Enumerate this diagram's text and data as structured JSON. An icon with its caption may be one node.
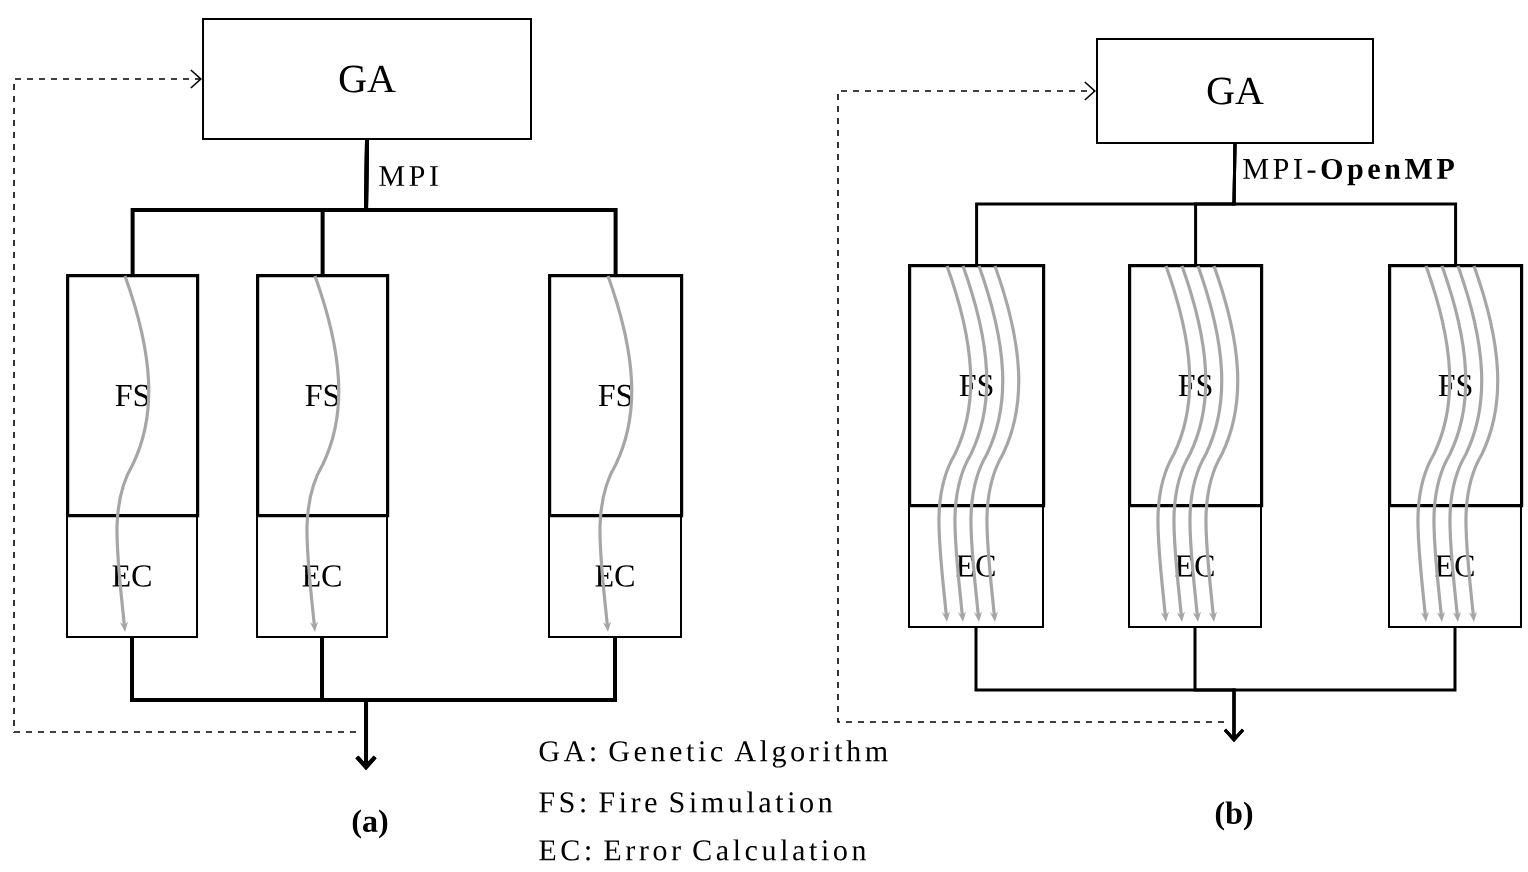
{
  "diagram": {
    "nodes": [
      {
        "text": [
          "GA"
        ]
      },
      {
        "text": [
          "FS"
        ]
      },
      {
        "text": [
          "EC"
        ]
      },
      {
        "text": [
          "FS"
        ]
      },
      {
        "text": [
          "EC"
        ]
      },
      {
        "text": [
          "FS"
        ]
      },
      {
        "text": [
          "EC"
        ]
      },
      {
        "text": [
          "GA"
        ]
      },
      {
        "text": [
          "FS"
        ]
      },
      {
        "text": [
          "EC"
        ]
      },
      {
        "text": [
          "FS"
        ]
      },
      {
        "text": [
          "EC"
        ]
      },
      {
        "text": [
          "FS"
        ]
      },
      {
        "text": [
          "EC"
        ]
      }
    ],
    "edges": [
      {
        "from": 0,
        "to": 1,
        "arrow": "none",
        "color": "#000000"
      },
      {
        "from": 0,
        "to": 3,
        "arrow": "none",
        "color": "#000000"
      },
      {
        "from": 0,
        "to": 5,
        "arrow": "none",
        "color": "#000000"
      },
      {
        "from": 2,
        "to": null,
        "arrow": "to",
        "color": "#000000"
      },
      {
        "from": 4,
        "to": null,
        "arrow": "to",
        "color": "#000000"
      },
      {
        "from": 6,
        "to": null,
        "arrow": "to",
        "color": "#000000"
      },
      {
        "from": null,
        "to": 0,
        "arrow": "to",
        "style": "dashed",
        "color": "#000000"
      },
      {
        "from": 7,
        "to": 8,
        "arrow": "none",
        "color": "#000000"
      },
      {
        "from": 7,
        "to": 10,
        "arrow": "none",
        "color": "#000000"
      },
      {
        "from": 7,
        "to": 12,
        "arrow": "none",
        "color": "#000000"
      },
      {
        "from": 9,
        "to": null,
        "arrow": "to",
        "color": "#000000"
      },
      {
        "from": 11,
        "to": null,
        "arrow": "to",
        "color": "#000000"
      },
      {
        "from": 13,
        "to": null,
        "arrow": "to",
        "color": "#000000"
      },
      {
        "from": null,
        "to": 7,
        "arrow": "to",
        "style": "dashed",
        "color": "#000000"
      },
      {
        "from": 1,
        "to": 2,
        "arrow": "to",
        "color": "#a6a6a6"
      },
      {
        "from": 3,
        "to": 4,
        "arrow": "to",
        "color": "#a6a6a6"
      },
      {
        "from": 5,
        "to": 6,
        "arrow": "to",
        "color": "#a6a6a6"
      },
      {
        "from": 8,
        "to": 9,
        "arrow": "to",
        "color": "#a6a6a6"
      },
      {
        "from": 8,
        "to": 9,
        "arrow": "to",
        "color": "#a6a6a6"
      },
      {
        "from": 8,
        "to": 9,
        "arrow": "to",
        "color": "#a6a6a6"
      },
      {
        "from": 8,
        "to": 9,
        "arrow": "to",
        "color": "#a6a6a6"
      },
      {
        "from": 10,
        "to": 11,
        "arrow": "to",
        "color": "#a6a6a6"
      },
      {
        "from": 10,
        "to": 11,
        "arrow": "to",
        "color": "#a6a6a6"
      },
      {
        "from": 10,
        "to": 11,
        "arrow": "to",
        "color": "#a6a6a6"
      },
      {
        "from": 10,
        "to": 11,
        "arrow": "to",
        "color": "#a6a6a6"
      },
      {
        "from": 12,
        "to": 13,
        "arrow": "to",
        "color": "#a6a6a6"
      },
      {
        "from": 12,
        "to": 13,
        "arrow": "to",
        "color": "#a6a6a6"
      },
      {
        "from": 12,
        "to": 13,
        "arrow": "to",
        "color": "#a6a6a6"
      },
      {
        "from": 12,
        "to": 13,
        "arrow": "to",
        "color": "#a6a6a6"
      }
    ],
    "labels": [
      "MPI",
      "MPI-**OpenMP**",
      "(a)",
      "GA: Genetic Algorithm",
      "FS: Fire Simulation",
      "EC: Error Calculation",
      "(b)"
    ]
  }
}
